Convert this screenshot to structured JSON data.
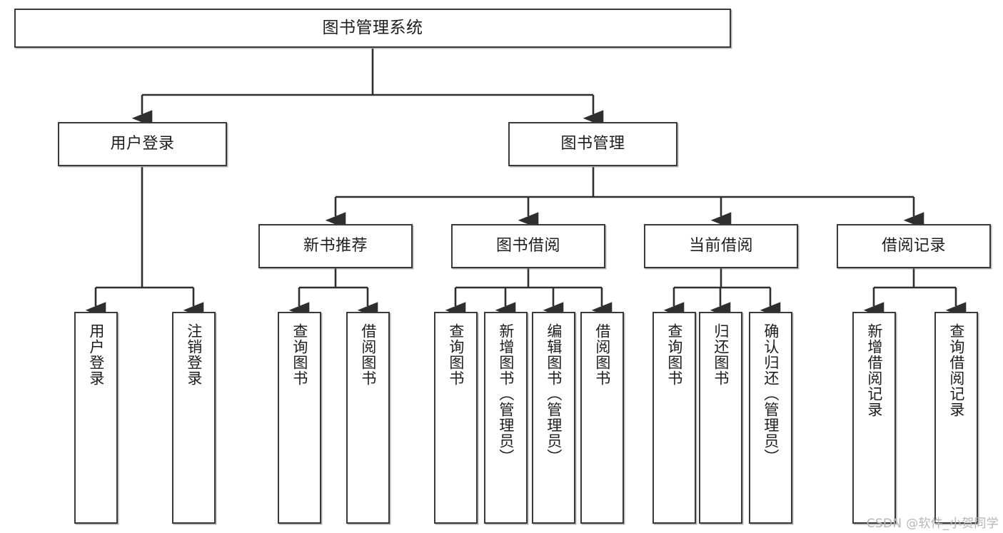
{
  "diagram": {
    "type": "tree",
    "title": "图书管理系统",
    "orientation": "top-down",
    "colors": {
      "box_border": "#3a3a3a",
      "box_fill": "#ffffff",
      "edge": "#2f2f2f",
      "text": "#1d1d1d",
      "watermark": "#b6b6b6",
      "background": "#ffffff"
    },
    "root": {
      "id": "root",
      "label": "图书管理系统",
      "level": 1
    },
    "level2": [
      {
        "id": "user-login",
        "label": "用户登录",
        "level": 2
      },
      {
        "id": "book-manage",
        "label": "图书管理",
        "level": 2
      }
    ],
    "level3": [
      {
        "id": "new-book-rec",
        "label": "新书推荐",
        "level": 3,
        "parent": "book-manage"
      },
      {
        "id": "book-borrow",
        "label": "图书借阅",
        "level": 3,
        "parent": "book-manage"
      },
      {
        "id": "current-borrow",
        "label": "当前借阅",
        "level": 3,
        "parent": "book-manage"
      },
      {
        "id": "borrow-record",
        "label": "借阅记录",
        "level": 3,
        "parent": "book-manage"
      }
    ],
    "leaves": [
      {
        "id": "leaf-user-login",
        "label": "用户登录",
        "level": 3,
        "parent": "user-login"
      },
      {
        "id": "leaf-logout-login",
        "label": "注销登录",
        "level": 3,
        "parent": "user-login"
      },
      {
        "id": "leaf-query-book-1",
        "label": "查询图书",
        "level": 4,
        "parent": "new-book-rec"
      },
      {
        "id": "leaf-borrow-book-1",
        "label": "借阅图书",
        "level": 4,
        "parent": "new-book-rec"
      },
      {
        "id": "leaf-query-book-2",
        "label": "查询图书",
        "level": 4,
        "parent": "book-borrow"
      },
      {
        "id": "leaf-add-book",
        "label": "新增图书（管理员）",
        "level": 4,
        "parent": "book-borrow"
      },
      {
        "id": "leaf-edit-book",
        "label": "编辑图书（管理员）",
        "level": 4,
        "parent": "book-borrow"
      },
      {
        "id": "leaf-borrow-book-2",
        "label": "借阅图书",
        "level": 4,
        "parent": "book-borrow"
      },
      {
        "id": "leaf-query-book-3",
        "label": "查询图书",
        "level": 4,
        "parent": "current-borrow"
      },
      {
        "id": "leaf-return-book",
        "label": "归还图书",
        "level": 4,
        "parent": "current-borrow"
      },
      {
        "id": "leaf-confirm-return",
        "label": "确认归还（管理员）",
        "level": 4,
        "parent": "current-borrow"
      },
      {
        "id": "leaf-add-record",
        "label": "新增借阅记录",
        "level": 4,
        "parent": "borrow-record"
      },
      {
        "id": "leaf-query-record",
        "label": "查询借阅记录",
        "level": 4,
        "parent": "borrow-record"
      }
    ]
  },
  "watermark": {
    "text": "CSDN @软件_小贺同学"
  }
}
